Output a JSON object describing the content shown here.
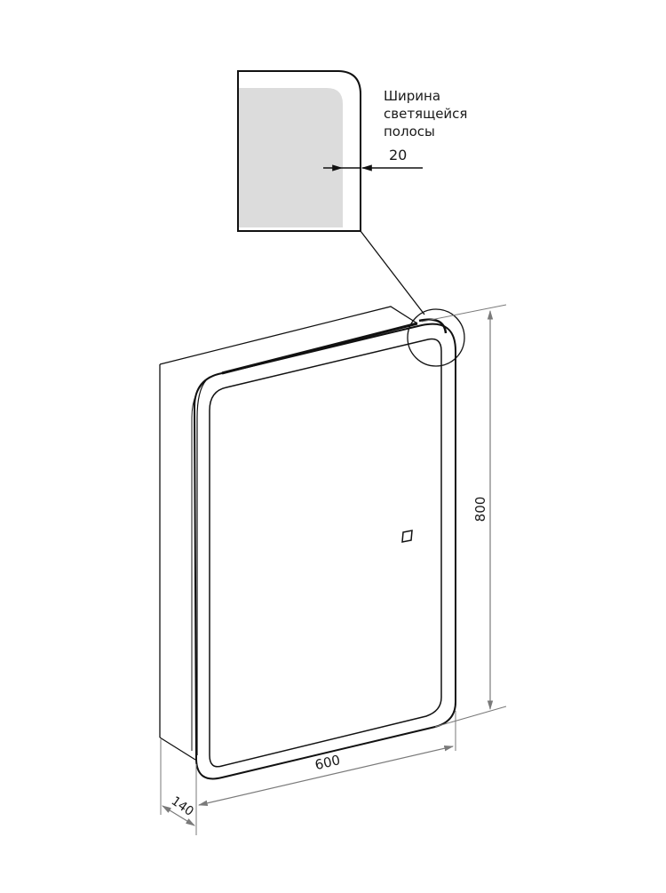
{
  "diagram": {
    "type": "technical-drawing",
    "subject": "LED mirror cabinet",
    "detail_callout": {
      "caption_lines": [
        "Ширина",
        "светящейся",
        "полосы"
      ],
      "value": "20"
    },
    "dimensions": {
      "height": "800",
      "width": "600",
      "depth": "140"
    },
    "colors": {
      "line": "#111111",
      "dimension_line": "#7a7a7a",
      "led_strip_fill": "#dcdcdc",
      "background": "#ffffff"
    }
  }
}
